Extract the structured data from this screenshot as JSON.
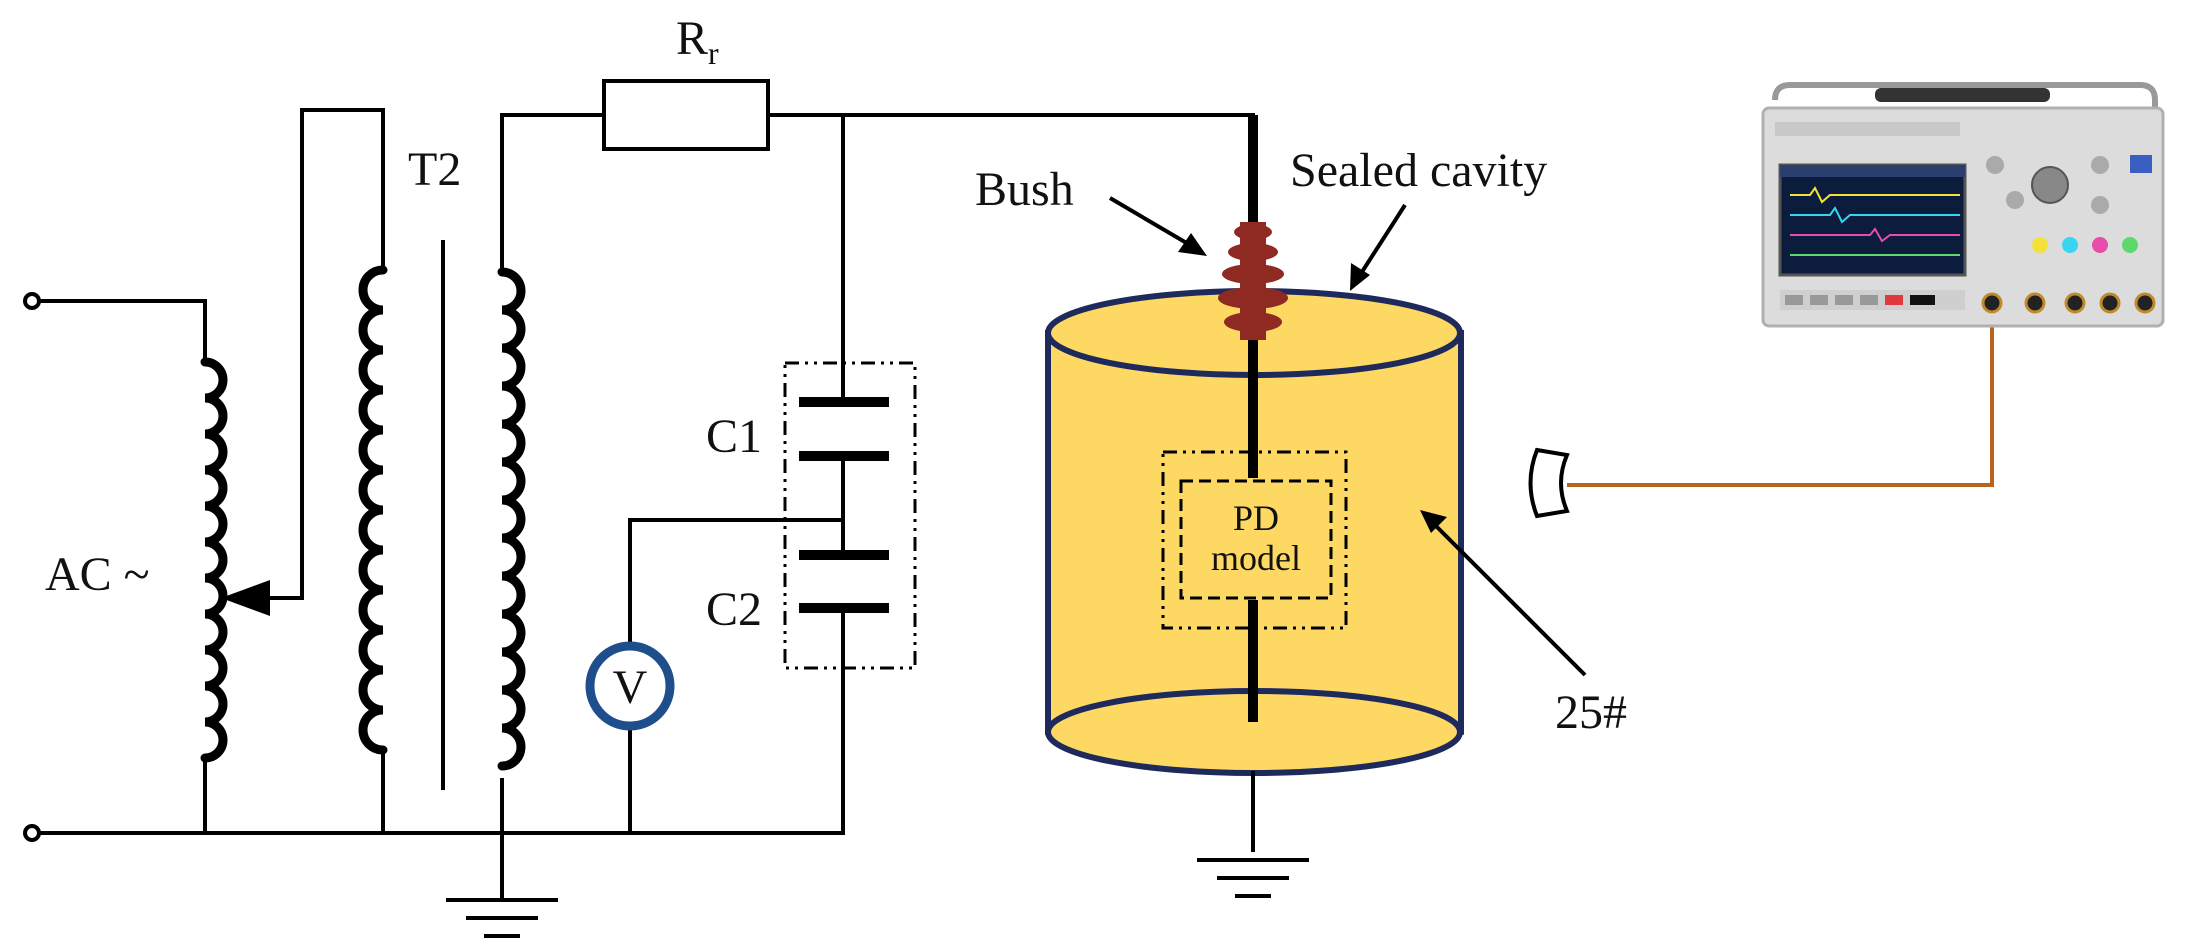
{
  "labels": {
    "ac_source": "AC ~",
    "transformer": "T2",
    "resistor_main": "R",
    "resistor_sub": "r",
    "cap_c1": "C1",
    "cap_c2": "C2",
    "voltmeter": "V",
    "bush": "Bush",
    "sealed_cavity": "Sealed cavity",
    "pd_line1": "PD",
    "pd_line2": "model",
    "sensor": "25#"
  },
  "colors": {
    "wire": "#000000",
    "cavity_fill": "#FDD963",
    "cavity_stroke": "#1F2A5C",
    "bushing": "#8E2A22",
    "voltmeter_ring": "#1F4E8C",
    "sensor_cable": "#B5651D"
  },
  "icons": {
    "oscilloscope": "oscilloscope-icon",
    "uhf_sensor": "uhf-sensor-icon",
    "ground": "ground-icon"
  }
}
